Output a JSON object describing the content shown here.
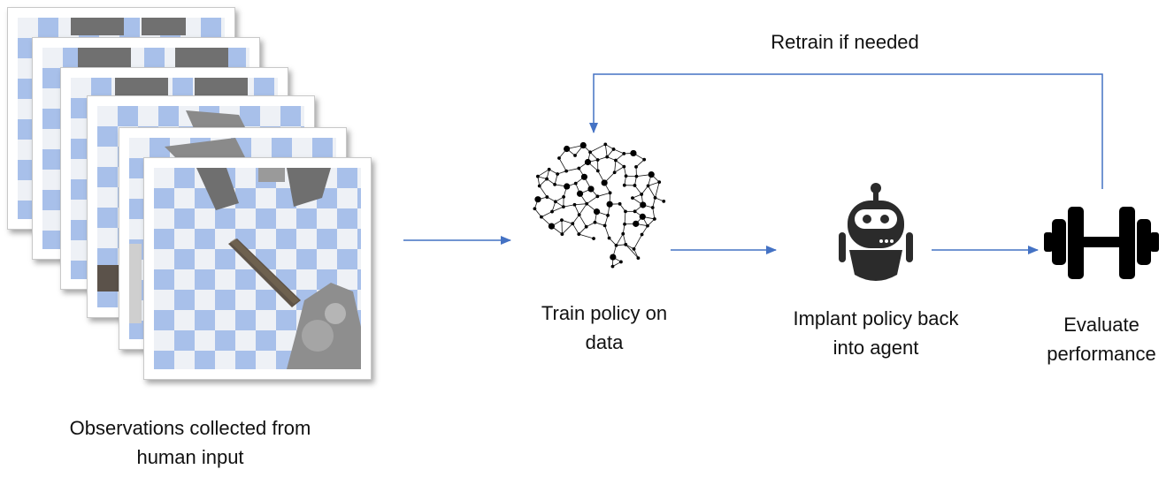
{
  "labels": {
    "observations": "Observations collected from human input",
    "train": "Train policy on data",
    "implant": "Implant policy back into agent",
    "evaluate": "Evaluate performance",
    "retrain": "Retrain if needed"
  },
  "icons": {
    "observations": "robot-gripper-observation-frames",
    "train": "neural-network-brain-icon",
    "implant": "robot-icon",
    "evaluate": "dumbbell-icon"
  },
  "colors": {
    "arrow": "#4472c4",
    "checker_blue": "#a8c0ea",
    "icon_dark": "#2b2b2b"
  }
}
